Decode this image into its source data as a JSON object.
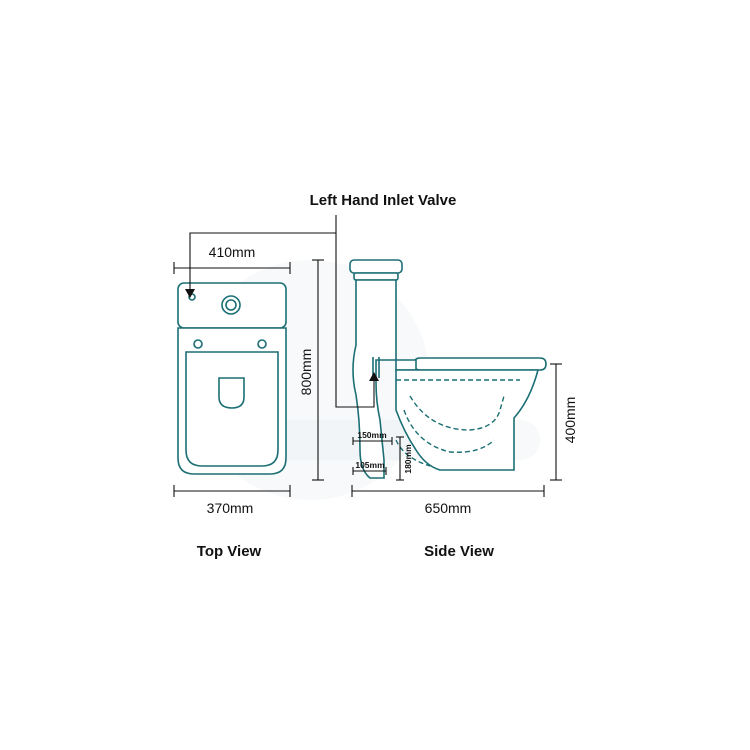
{
  "callout": {
    "label": "Left Hand Inlet Valve"
  },
  "top_view": {
    "title": "Top View",
    "cistern_width": "410mm",
    "pan_width": "370mm"
  },
  "side_view": {
    "title": "Side View",
    "height": "800mm",
    "seat_height": "400mm",
    "depth": "650mm",
    "outlet_height": "180mm",
    "outlet_offset_150": "150mm",
    "outlet_offset_105": "105mm"
  },
  "colors": {
    "outline": "#1b6f74",
    "dimension": "#111111",
    "watermark": "#e8eef0"
  }
}
